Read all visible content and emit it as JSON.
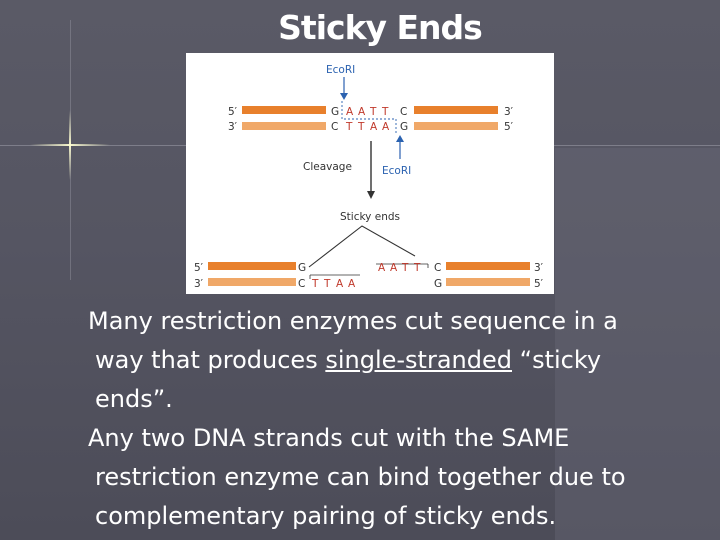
{
  "slide": {
    "title": "Sticky Ends"
  },
  "figure": {
    "enzyme_top": "EcoRI",
    "enzyme_mid": "EcoRI",
    "cleavage_label": "Cleavage",
    "sticky_label": "Sticky ends",
    "five_prime": "5′",
    "three_prime": "3′",
    "top_strand_seq": [
      "G",
      "A",
      "A",
      "T",
      "T",
      "C"
    ],
    "bottom_strand_seq": [
      "C",
      "T",
      "T",
      "A",
      "A",
      "G"
    ],
    "colors": {
      "strand": "#e8802c",
      "strand_light": "#f0a868",
      "enzyme": "#2b62b0",
      "seq_highlight": "#c0392b"
    }
  },
  "body": {
    "para1_a": "Many restriction enzymes cut sequence in a",
    "para1_b": "way that produces ",
    "para1_underlined": "single-stranded",
    "para1_c": " “sticky",
    "para1_d": "ends”.",
    "para2_a": "Any two DNA strands cut with the SAME",
    "para2_b": "restriction enzyme can bind together due to",
    "para2_c": "complementary pairing of sticky ends."
  }
}
